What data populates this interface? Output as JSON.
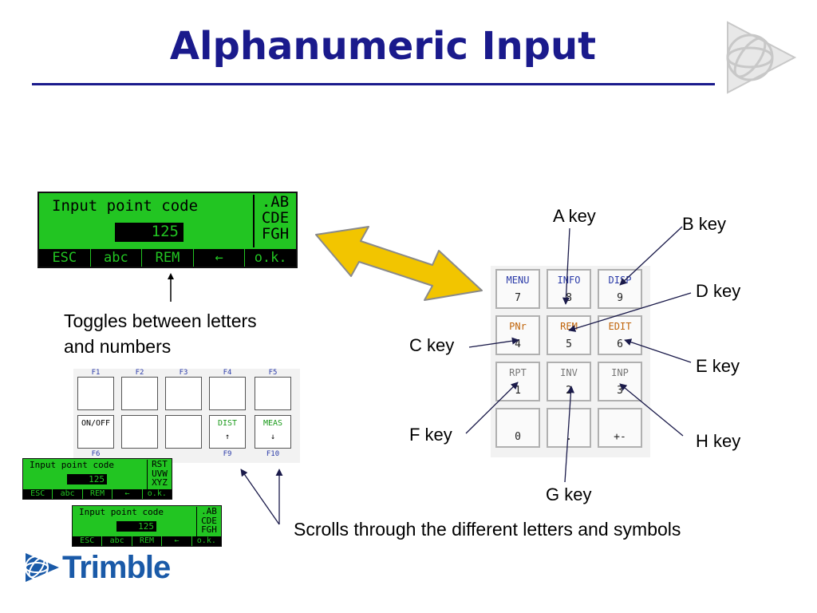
{
  "title": "Alphanumeric Input",
  "lcd_main": {
    "prompt": "Input point code",
    "value": "125",
    "side": [
      ".AB",
      "CDE",
      "FGH"
    ],
    "softkeys": [
      "ESC",
      "abc",
      "REM",
      "←",
      "o.k."
    ]
  },
  "lcd_small_1": {
    "prompt": "Input point code",
    "value": "125",
    "side": [
      "RST",
      "UVW",
      "XYZ"
    ],
    "softkeys": [
      "ESC",
      "abc",
      "REM",
      "←",
      "o.k."
    ]
  },
  "lcd_small_2": {
    "prompt": "Input point code",
    "value": "125",
    "side": [
      ".AB",
      "CDE",
      "FGH"
    ],
    "softkeys": [
      "ESC",
      "abc",
      "REM",
      "←",
      "o.k."
    ]
  },
  "annotations": {
    "toggle": [
      "Toggles between letters",
      "and numbers"
    ],
    "scroll": "Scrolls through the different letters and symbols"
  },
  "callouts": {
    "a": "A key",
    "b": "B key",
    "c": "C key",
    "d": "D key",
    "e": "E key",
    "f": "F key",
    "g": "G key",
    "h": "H key"
  },
  "keypad": [
    {
      "label": "MENU",
      "num": "7",
      "color": "blue"
    },
    {
      "label": "INFO",
      "num": "8",
      "color": "blue"
    },
    {
      "label": "DISP",
      "num": "9",
      "color": "blue"
    },
    {
      "label": "PNr",
      "num": "4",
      "color": "orange"
    },
    {
      "label": "REM",
      "num": "5",
      "color": "orange"
    },
    {
      "label": "EDIT",
      "num": "6",
      "color": "orange"
    },
    {
      "label": "RPT",
      "num": "1",
      "color": "gray"
    },
    {
      "label": "INV",
      "num": "2",
      "color": "gray"
    },
    {
      "label": "INP",
      "num": "3",
      "color": "gray"
    },
    {
      "label": "",
      "num": "0",
      "color": "gray"
    },
    {
      "label": "",
      "num": ".",
      "color": "gray"
    },
    {
      "label": "",
      "num": "+-",
      "color": "gray"
    }
  ],
  "fkeys": {
    "top_labels": [
      "F1",
      "F2",
      "F3",
      "F4",
      "F5"
    ],
    "bottom_labels": [
      "F6",
      "",
      "",
      "F9",
      "F10"
    ],
    "row1": [
      "",
      "",
      "",
      "",
      ""
    ],
    "row2": [
      "ON/OFF",
      "",
      "",
      "DIST",
      "MEAS"
    ],
    "row2_arrows": [
      "",
      "",
      "",
      "↑",
      "↓"
    ]
  },
  "brand": "Trimble",
  "colors": {
    "title": "#1a1a8c",
    "lcd": "#22c522",
    "arrow_fill": "#f2c500"
  }
}
